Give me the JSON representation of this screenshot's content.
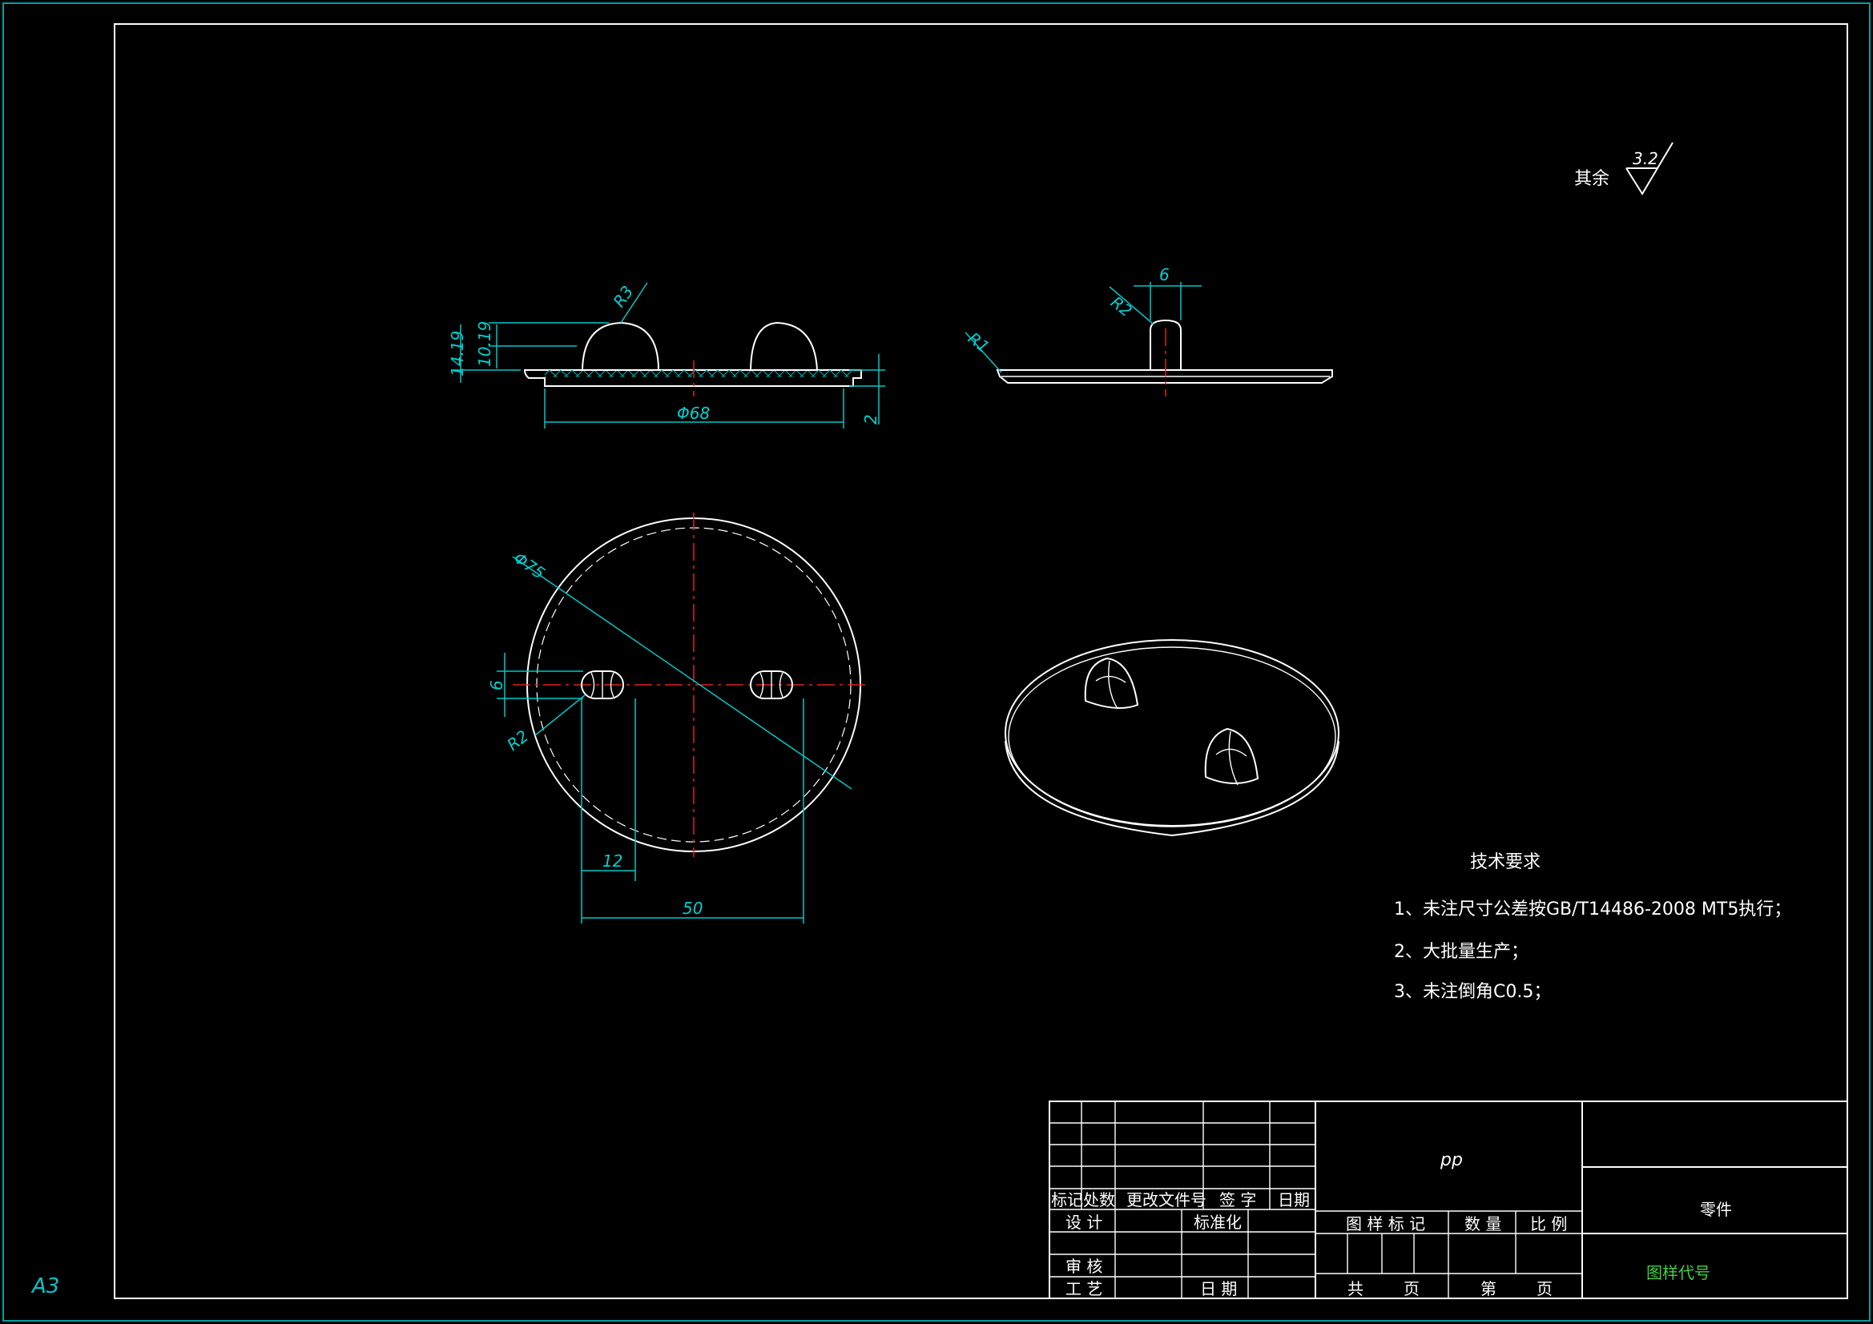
{
  "sheet": {
    "format_label": "A3",
    "roughness_prefix": "其余",
    "roughness_value": "3.2"
  },
  "dimensions": {
    "front": {
      "radius": "R3",
      "height_total": "14.19",
      "height_boss": "10.19",
      "diameter": "Φ68",
      "thickness": "2"
    },
    "side": {
      "width": "6",
      "radius_top": "R2",
      "radius_edge": "R1"
    },
    "top": {
      "diameter": "Φ75",
      "slot_width": "6",
      "slot_radius": "R2",
      "slot_length": "12",
      "slot_spacing": "50"
    }
  },
  "tech_requirements": {
    "title": "技术要求",
    "items": [
      "1、未注尺寸公差按GB/T14486-2008 MT5执行；",
      "2、大批量生产；",
      "3、未注倒角C0.5；"
    ]
  },
  "title_block": {
    "material": "pp",
    "part_name": "零件",
    "drawing_code": "图样代号",
    "rev_headers": [
      "标记",
      "处数",
      "更改文件号",
      "签 字",
      "日期"
    ],
    "role_design": "设 计",
    "role_standard": "标准化",
    "role_review": "审 核",
    "role_process": "工 艺",
    "date_label": "日 期",
    "mark_label": "图 样 标 记",
    "qty_label": "数 量",
    "scale_label": "比 例",
    "total_label": "共",
    "page_label": "页",
    "sheet_label": "第",
    "sheet_page_label": "页"
  },
  "colors": {
    "background": "#000000",
    "outline": "#ffffff",
    "dimension": "#00c8c8",
    "centerline": "#e02020",
    "code_text": "#40d040"
  }
}
